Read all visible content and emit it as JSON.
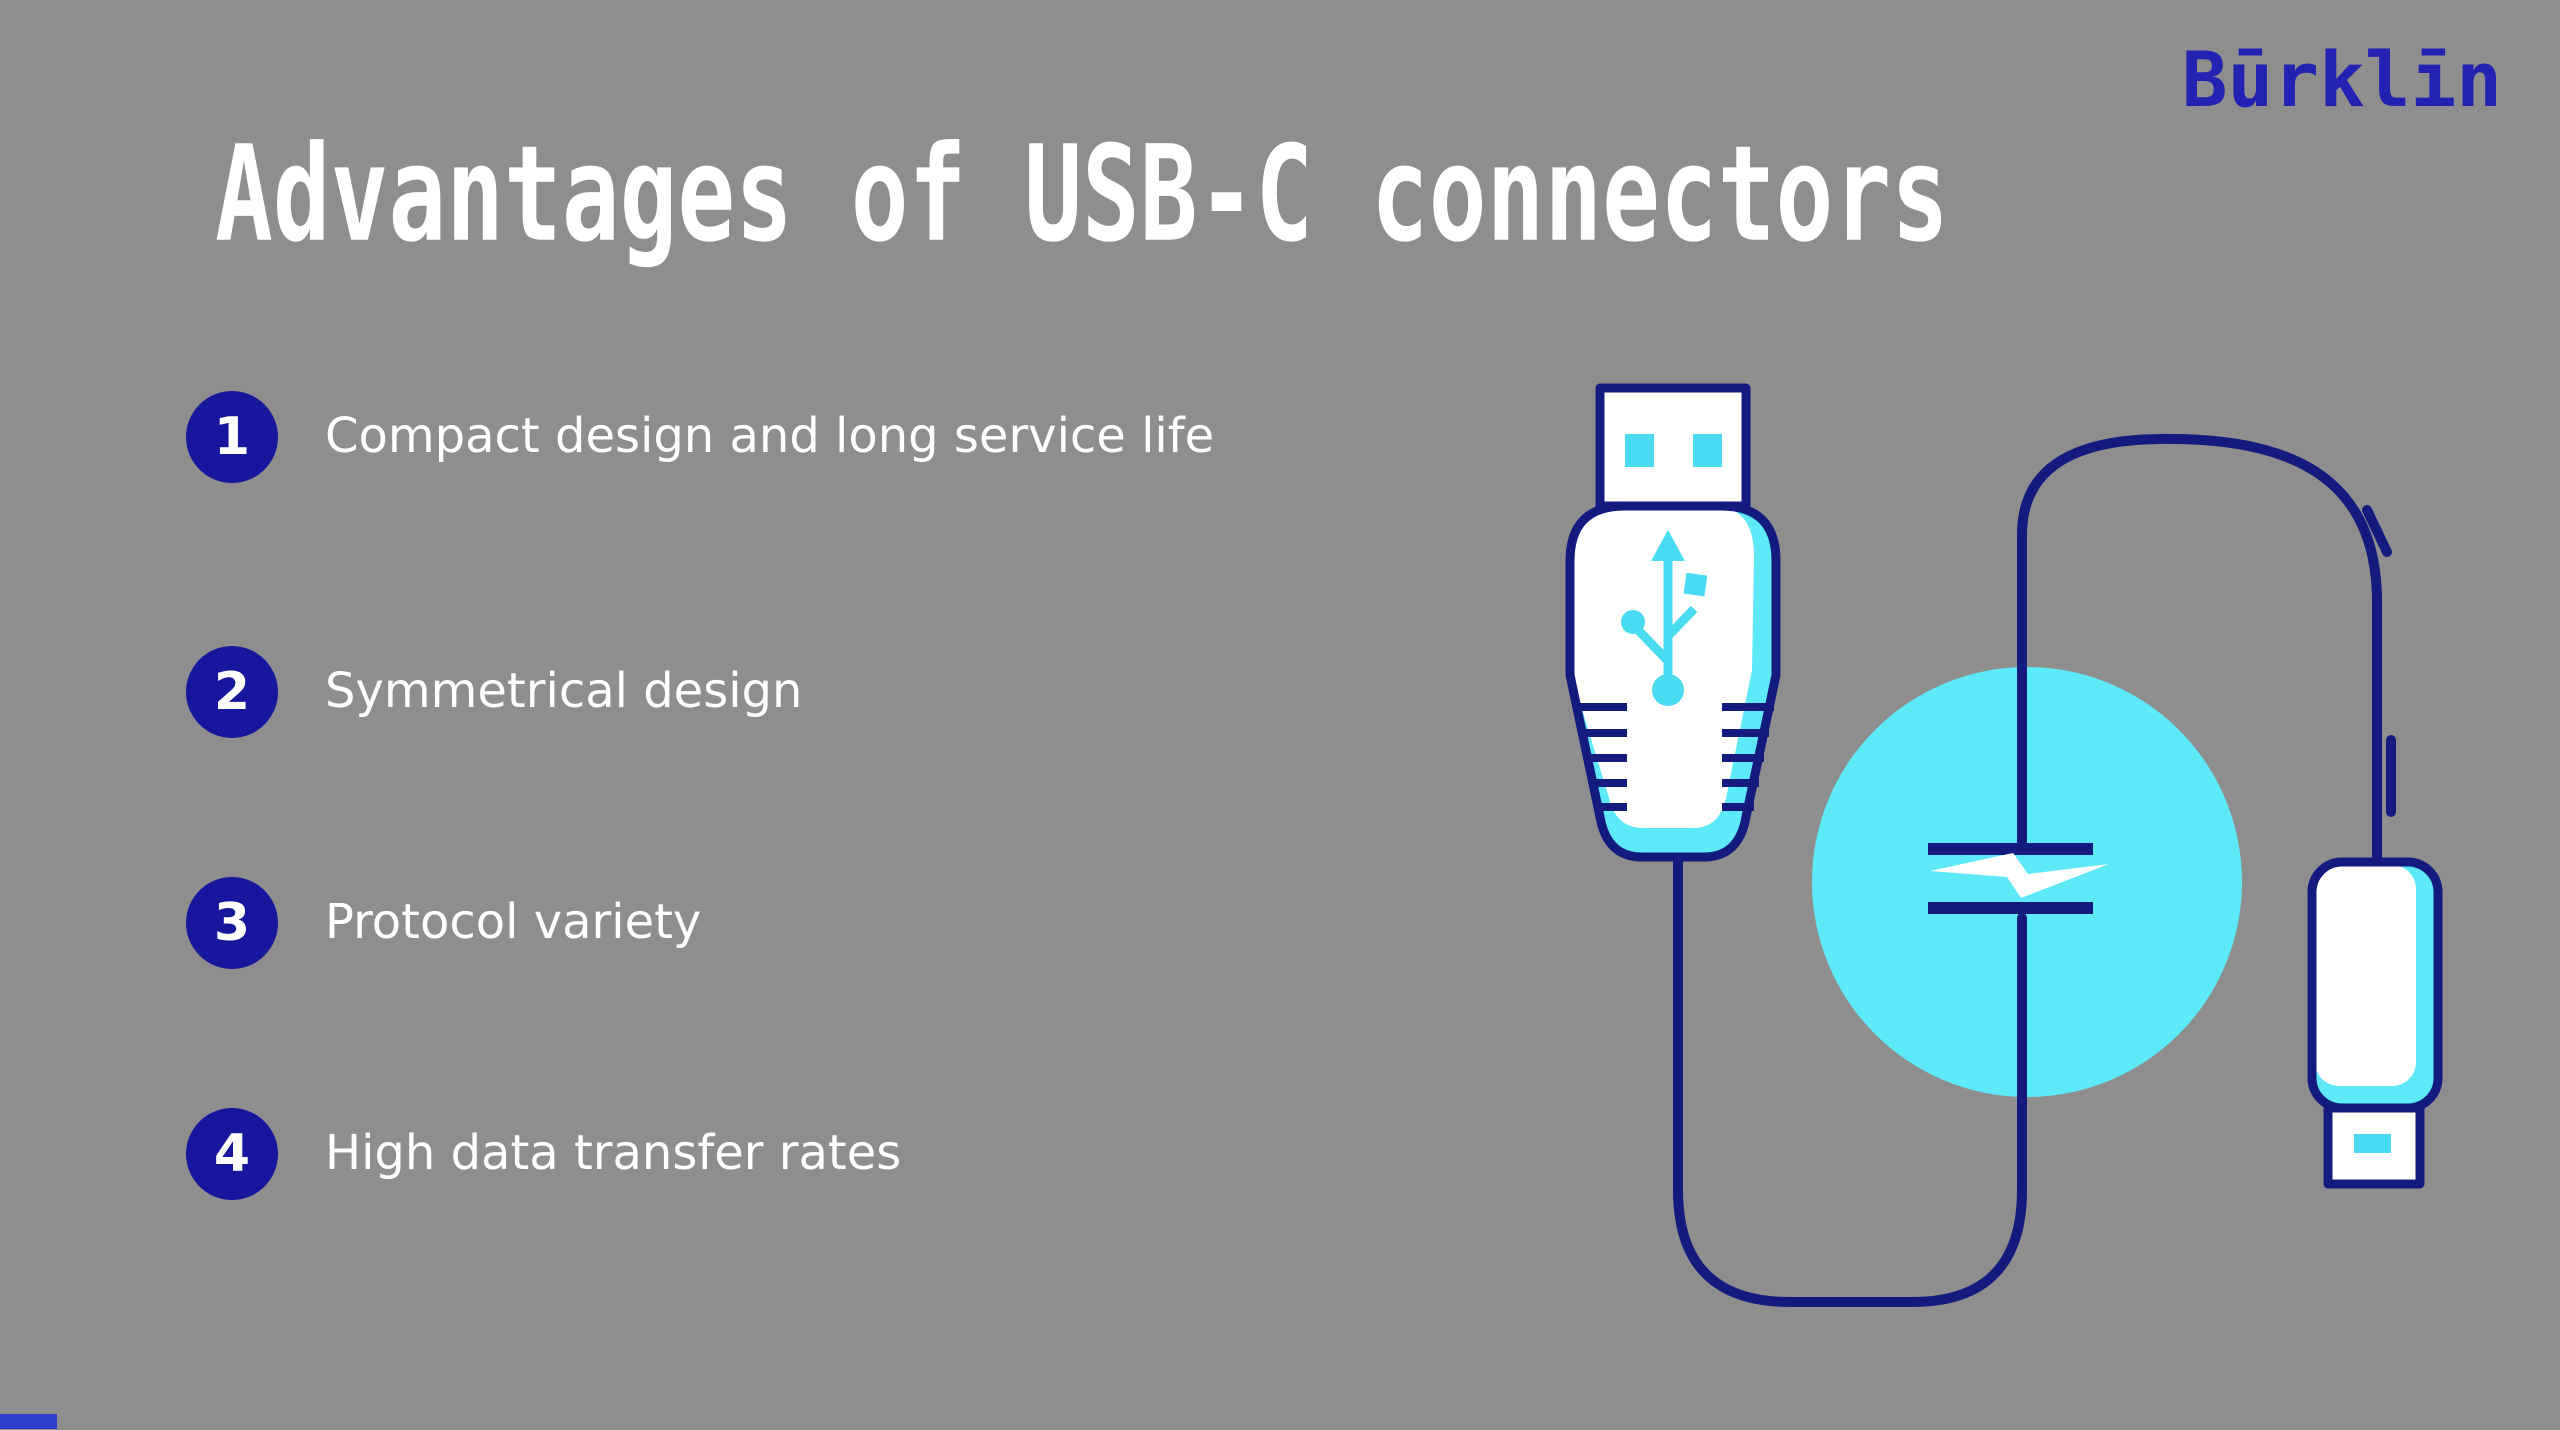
{
  "brand": {
    "logo_text": "Būrklīn"
  },
  "header": {
    "title": "Advantages of USB-C connectors"
  },
  "advantages": {
    "items": [
      {
        "number": "1",
        "label": "Compact design and long service life"
      },
      {
        "number": "2",
        "label": "Symmetrical design"
      },
      {
        "number": "3",
        "label": "Protocol variety"
      },
      {
        "number": "4",
        "label": "High data transfer rates"
      }
    ]
  },
  "illustration": {
    "icons": [
      "usb-a-plug-icon",
      "usb-trident-icon",
      "power-circle",
      "capacitor-plates-icon",
      "lightning-bolt-icon",
      "cable",
      "usb-c-plug-icon"
    ]
  },
  "colors": {
    "background": "#8E8E8E",
    "brand_blue": "#2323B3",
    "number_circle_blue": "#17179E",
    "outline_navy": "#141B7E",
    "cyan": "#5DE9F8",
    "cyan_accent": "#49DCF2",
    "white": "#FFFFFF",
    "bottom_bar_blue": "#2C3ECC"
  }
}
